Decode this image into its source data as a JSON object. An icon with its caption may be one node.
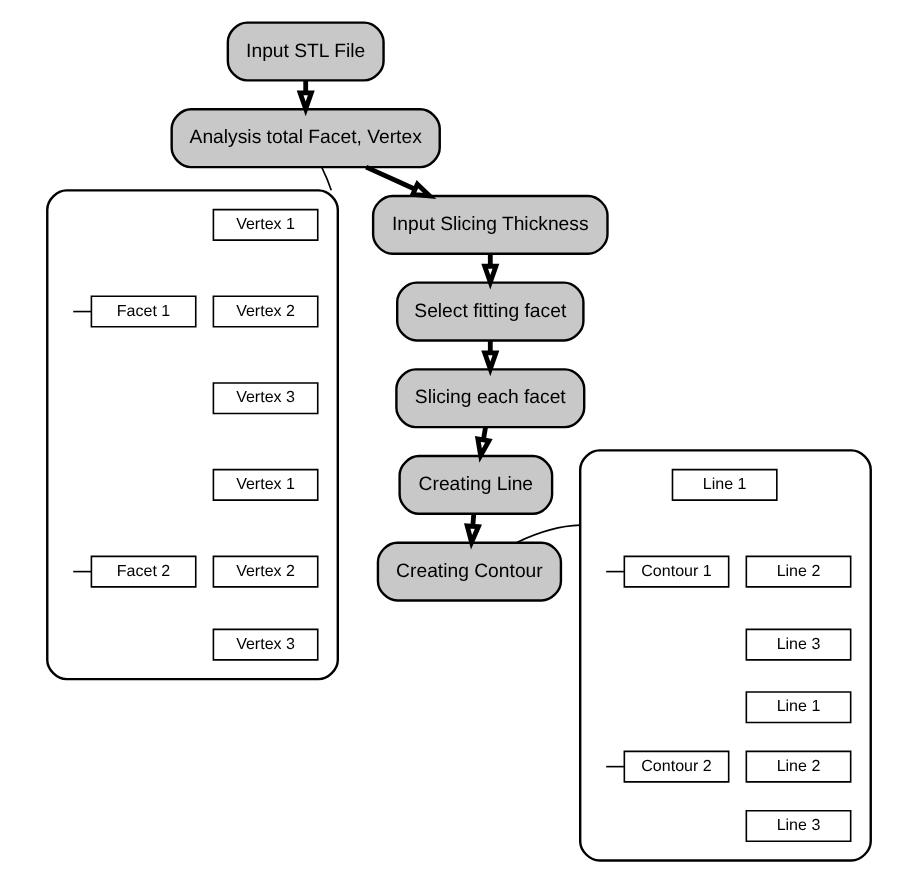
{
  "diagram": {
    "nodes": [
      {
        "text": [
          "Input STL File"
        ]
      },
      {
        "text": [
          "Analysis total Facet, Vertex"
        ]
      },
      {
        "text": [
          "Input Slicing Thickness"
        ]
      },
      {
        "text": [
          "Select fitting facet"
        ]
      },
      {
        "text": [
          "Slicing each facet"
        ]
      },
      {
        "text": [
          "Creating Line"
        ]
      },
      {
        "text": [
          "Creating Contour"
        ]
      },
      {
        "text": [],
        "shape": "box"
      },
      {
        "text": [
          "Facet 1"
        ],
        "in": 7
      },
      {
        "text": [
          "Vertex 1"
        ],
        "in": 7
      },
      {
        "text": [
          "Vertex 2"
        ],
        "in": 7
      },
      {
        "text": [
          "Vertex 3"
        ],
        "in": 7
      },
      {
        "text": [
          "Facet 2"
        ],
        "in": 7
      },
      {
        "text": [
          "Vertex 1"
        ],
        "in": 7
      },
      {
        "text": [
          "Vertex 2"
        ],
        "in": 7
      },
      {
        "text": [
          "Vertex 3"
        ],
        "in": 7
      },
      {
        "text": [],
        "shape": "box"
      },
      {
        "text": [
          "Contour 1"
        ],
        "in": 16
      },
      {
        "text": [
          "Line 1"
        ],
        "in": 16
      },
      {
        "text": [
          "Line 2"
        ],
        "in": 16
      },
      {
        "text": [
          "Line 3"
        ],
        "in": 16
      },
      {
        "text": [
          "Contour 2"
        ],
        "in": 16
      },
      {
        "text": [
          "Line 1"
        ],
        "in": 16
      },
      {
        "text": [
          "Line 2"
        ],
        "in": 16
      },
      {
        "text": [
          "Line 3"
        ],
        "in": 16
      }
    ],
    "edges": [
      {
        "from": 0,
        "to": 1,
        "arrow": "to",
        "style": "thick"
      },
      {
        "from": 1,
        "to": 2,
        "arrow": "to",
        "style": "thick"
      },
      {
        "from": 2,
        "to": 3,
        "arrow": "to",
        "style": "thick"
      },
      {
        "from": 3,
        "to": 4,
        "arrow": "to",
        "style": "thick"
      },
      {
        "from": 4,
        "to": 5,
        "arrow": "to",
        "style": "thick"
      },
      {
        "from": 5,
        "to": 6,
        "arrow": "to",
        "style": "thick"
      },
      {
        "from": 1,
        "to": 7,
        "arrow": "none"
      },
      {
        "from": 6,
        "to": 16,
        "arrow": "none"
      },
      {
        "from": null,
        "to": 8,
        "arrow": "none"
      },
      {
        "from": null,
        "to": 12,
        "arrow": "none"
      },
      {
        "from": null,
        "to": 17,
        "arrow": "none"
      },
      {
        "from": null,
        "to": 21,
        "arrow": "none"
      }
    ]
  }
}
